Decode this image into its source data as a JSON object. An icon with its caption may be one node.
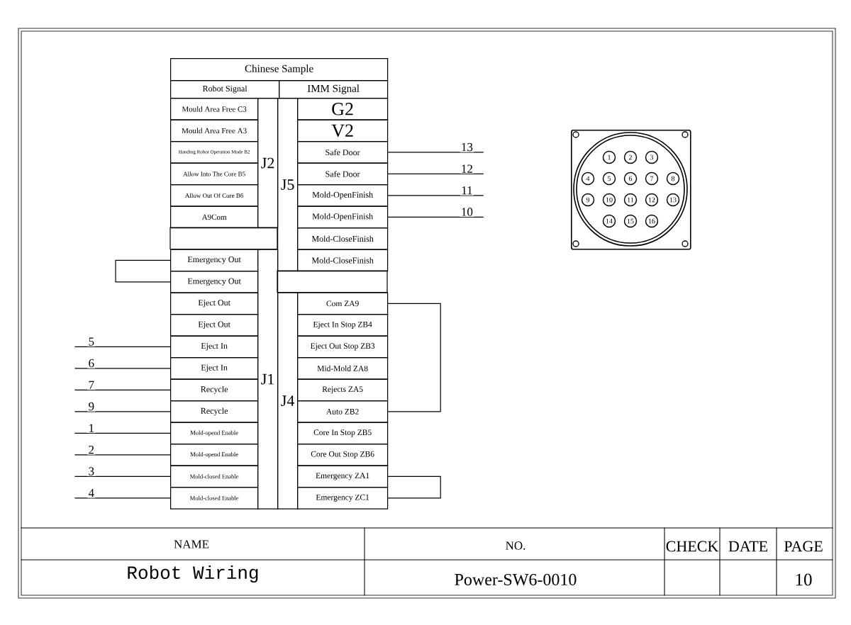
{
  "diagram": {
    "nodes": [
      {
        "text": [
          "Chinese Sample"
        ]
      },
      {
        "text": [
          "Robot Signal"
        ]
      },
      {
        "text": [
          "IMM Signal"
        ]
      },
      {
        "text": [
          "Mould Area Free C3"
        ]
      },
      {
        "text": [
          "Mould Area Free A3"
        ]
      },
      {
        "text": [
          "Handing Robot Operation Mode B2"
        ]
      },
      {
        "text": [
          "Allow Into The Core B5"
        ]
      },
      {
        "text": [
          "Allow Out Of Core B6"
        ]
      },
      {
        "text": [
          "A9Com"
        ]
      },
      {
        "text": [
          "J2"
        ]
      },
      {
        "text": [
          "J5"
        ]
      },
      {
        "text": [
          "G2"
        ]
      },
      {
        "text": [
          "V2"
        ]
      },
      {
        "text": [
          "Safe Door"
        ]
      },
      {
        "text": [
          "Safe Door"
        ]
      },
      {
        "text": [
          "Mold-OpenFinish"
        ]
      },
      {
        "text": [
          "Mold-OpenFinish"
        ]
      },
      {
        "text": [
          "Mold-CloseFinish"
        ]
      },
      {
        "text": [
          "Mold-CloseFinish"
        ]
      },
      {
        "text": [
          "Emergency Out"
        ]
      },
      {
        "text": [
          "Emergency Out"
        ]
      },
      {
        "text": [
          "Eject Out"
        ]
      },
      {
        "text": [
          "Eject Out"
        ]
      },
      {
        "text": [
          "Eject In"
        ]
      },
      {
        "text": [
          "Eject In"
        ]
      },
      {
        "text": [
          "Recycle"
        ]
      },
      {
        "text": [
          "Recycle"
        ]
      },
      {
        "text": [
          "Mold-opend Enable"
        ]
      },
      {
        "text": [
          "Mold-opend Enable"
        ]
      },
      {
        "text": [
          "Mold-closed Enable"
        ]
      },
      {
        "text": [
          "Mold-closed Enable"
        ]
      },
      {
        "text": [
          "J1"
        ]
      },
      {
        "text": [
          "J4"
        ]
      },
      {
        "text": [
          "Com ZA9"
        ]
      },
      {
        "text": [
          "Eject In Stop ZB4"
        ]
      },
      {
        "text": [
          "Eject Out Stop ZB3"
        ]
      },
      {
        "text": [
          "Mid-Mold ZA8"
        ]
      },
      {
        "text": [
          "Rejects ZA5"
        ]
      },
      {
        "text": [
          "Auto ZB2"
        ]
      },
      {
        "text": [
          "Core In Stop ZB5"
        ]
      },
      {
        "text": [
          "Core Out Stop ZB6"
        ]
      },
      {
        "text": [
          "Emergency ZA1"
        ]
      },
      {
        "text": [
          "Emergency ZC1"
        ]
      },
      {
        "text": [],
        "shape": "box"
      },
      {
        "text": [
          "1"
        ],
        "in": 43
      },
      {
        "text": [
          "2"
        ],
        "in": 43
      },
      {
        "text": [
          "3"
        ],
        "in": 43
      },
      {
        "text": [
          "4"
        ],
        "in": 43
      },
      {
        "text": [
          "5"
        ],
        "in": 43
      },
      {
        "text": [
          "6"
        ],
        "in": 43
      },
      {
        "text": [
          "7"
        ],
        "in": 43
      },
      {
        "text": [
          "8"
        ],
        "in": 43
      },
      {
        "text": [
          "9"
        ],
        "in": 43
      },
      {
        "text": [
          "10"
        ],
        "in": 43
      },
      {
        "text": [
          "11"
        ],
        "in": 43
      },
      {
        "text": [
          "12"
        ],
        "in": 43
      },
      {
        "text": [
          "13"
        ],
        "in": 43
      },
      {
        "text": [
          "14"
        ],
        "in": 43
      },
      {
        "text": [
          "15"
        ],
        "in": 43
      },
      {
        "text": [
          "16"
        ],
        "in": 43
      }
    ],
    "edges": [
      {
        "from": 19,
        "to": 20,
        "arrow": "none"
      },
      {
        "from": 33,
        "to": 38,
        "arrow": "none"
      },
      {
        "from": 41,
        "to": 42,
        "arrow": "none"
      },
      {
        "from": 13,
        "to": null,
        "arrow": "none",
        "label": "13"
      },
      {
        "from": 14,
        "to": null,
        "arrow": "none",
        "label": "12"
      },
      {
        "from": 15,
        "to": null,
        "arrow": "none",
        "label": "11"
      },
      {
        "from": 16,
        "to": null,
        "arrow": "none",
        "label": "10"
      },
      {
        "from": 23,
        "to": null,
        "arrow": "none",
        "label": "5"
      },
      {
        "from": 24,
        "to": null,
        "arrow": "none",
        "label": "6"
      },
      {
        "from": 25,
        "to": null,
        "arrow": "none",
        "label": "7"
      },
      {
        "from": 26,
        "to": null,
        "arrow": "none",
        "label": "9"
      },
      {
        "from": 27,
        "to": null,
        "arrow": "none",
        "label": "1"
      },
      {
        "from": 28,
        "to": null,
        "arrow": "none",
        "label": "2"
      },
      {
        "from": 29,
        "to": null,
        "arrow": "none",
        "label": "3"
      },
      {
        "from": 30,
        "to": null,
        "arrow": "none",
        "label": "4"
      }
    ],
    "labels": [
      "NAME",
      "NO.",
      "CHECK",
      "DATE",
      "PAGE",
      "Robot Wiring",
      "Power-SW6-0010",
      "10"
    ]
  }
}
